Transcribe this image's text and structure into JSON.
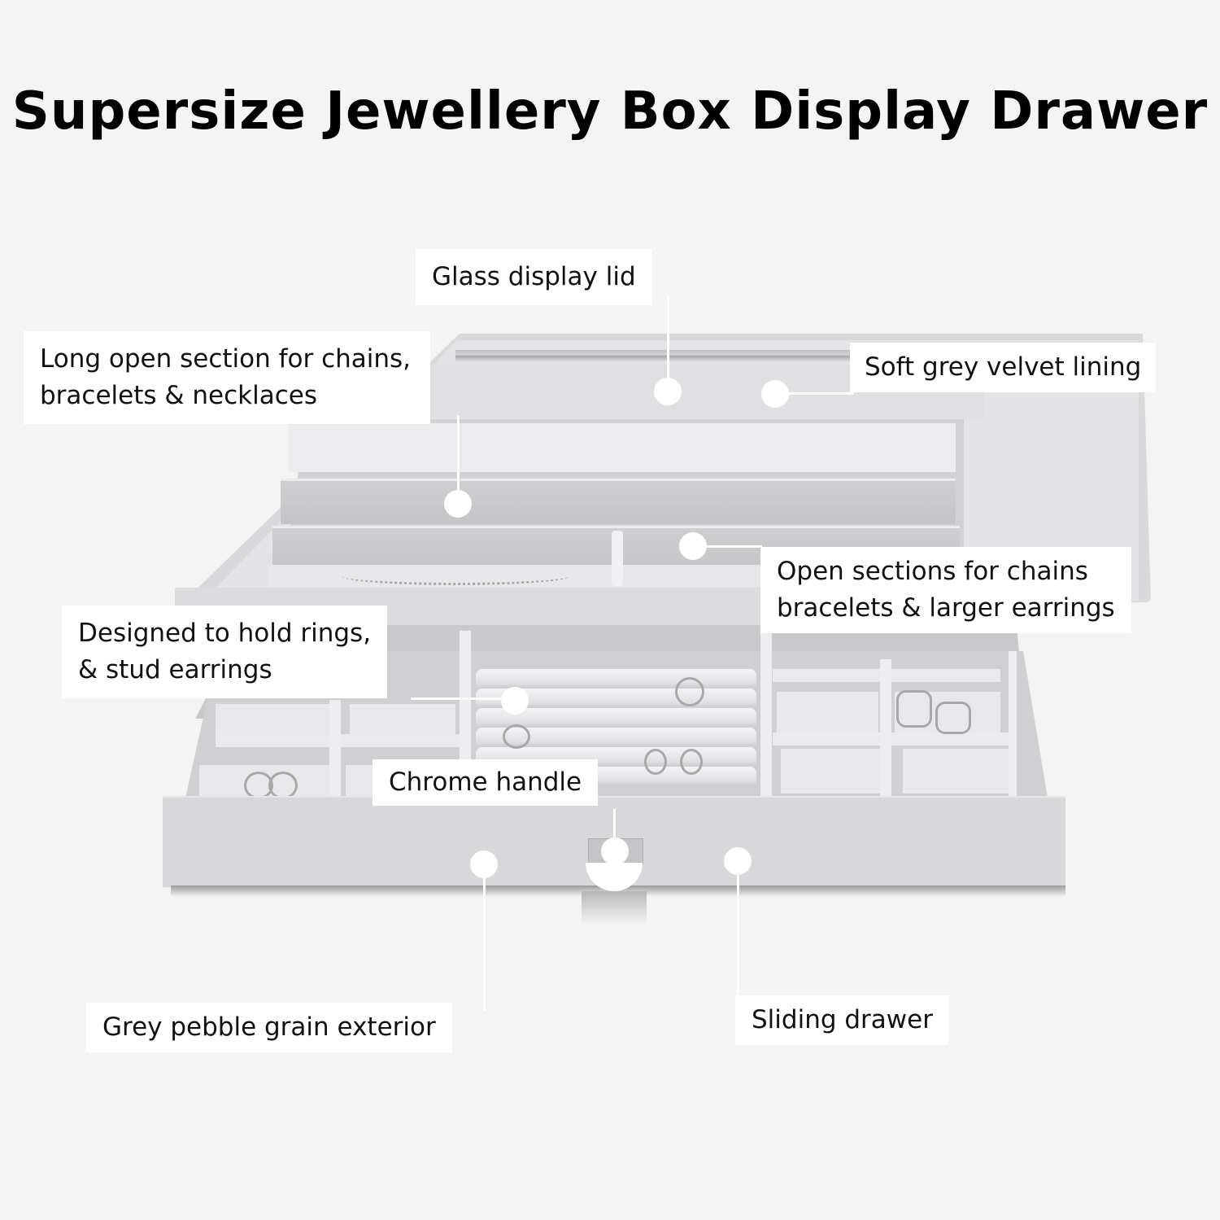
{
  "title": "Supersize Jewellery Box Display Drawer",
  "colors": {
    "background": "#f4f4f4",
    "callout_background": "#ffffff",
    "text": "#111111",
    "box_grey": "#d8d8da",
    "velvet_grey": "#c6c6c8"
  },
  "callouts": [
    {
      "id": "glass-lid",
      "lines": [
        "Glass display lid"
      ]
    },
    {
      "id": "long-section",
      "lines": [
        "Long open section for chains,",
        "bracelets & necklaces"
      ]
    },
    {
      "id": "velvet-lining",
      "lines": [
        "Soft grey velvet lining"
      ]
    },
    {
      "id": "open-sections",
      "lines": [
        "Open sections for chains",
        "bracelets & larger earrings"
      ]
    },
    {
      "id": "rings-studs",
      "lines": [
        "Designed to hold rings,",
        "& stud earrings"
      ]
    },
    {
      "id": "chrome-handle",
      "lines": [
        "Chrome handle"
      ]
    },
    {
      "id": "pebble-exterior",
      "lines": [
        "Grey pebble grain exterior"
      ]
    },
    {
      "id": "sliding-drawer",
      "lines": [
        "Sliding drawer"
      ]
    }
  ],
  "icons": {
    "callout_marker": "dot-icon"
  }
}
